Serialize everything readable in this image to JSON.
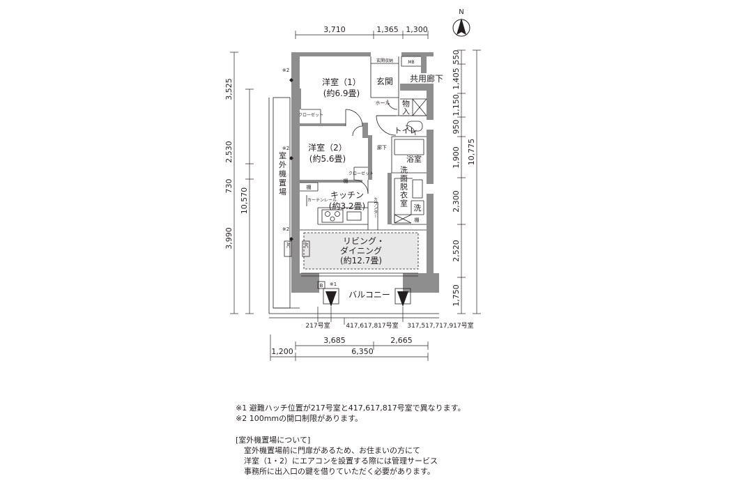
{
  "dims": {
    "top": [
      "3,710",
      "1,365",
      "1,300"
    ],
    "left": [
      "3,525",
      "2,530",
      "730",
      "3,990"
    ],
    "left_total": "10,570",
    "right": [
      "550",
      "1,405",
      "1,150",
      "950",
      "1,900",
      "2,300",
      "2,520",
      "1,750"
    ],
    "right_total": "10,775",
    "bottom1": [
      "3,685",
      "2,665"
    ],
    "bottom2": [
      "1,200",
      "6,350"
    ]
  },
  "compass": "N",
  "rooms": {
    "western1": "洋室（1）",
    "western1_area": "(約6.9畳)",
    "western2": "洋室（2）",
    "western2_area": "(約5.6畳)",
    "kitchen": "キッチン",
    "kitchen_area": "(約3.2畳)",
    "living1": "リビング・",
    "living2": "ダイニング",
    "living_area": "(約12.7畳)",
    "entrance": "玄関",
    "hall": "ホール",
    "corridor": "廊下",
    "common_corridor": "共用廊下",
    "toilet": "トイレ",
    "bath": "浴室",
    "dressing": "洗面脱衣室",
    "storage": "物入",
    "balcony": "バルコニー",
    "outdoor_unit": "室外機置場"
  },
  "labels": {
    "shoe_closet": "玄関収納",
    "mb": "MB",
    "closet": "クローゼット",
    "shelf": "棚",
    "curtain_rail": "カーテンレール",
    "counter": "カウンター",
    "wash": "洗",
    "ac": "AC",
    "b": "B",
    "mark1": "※1",
    "mark2": "※2"
  },
  "unit_variants": [
    "217号室",
    "417,617,817号室",
    "317,517,717,917号室"
  ],
  "notes": {
    "note1": "※1 避難ハッチ位置が217号室と417,617,817号室で異なります。",
    "note2": "※2 100mmの開口制限があります。",
    "heading": "[室外機置場について]",
    "body": [
      "室外機置場前に門扉があるため、お住まいの方にて",
      "洋室（1・2）にエアコンを設置する際には管理サービス",
      "事務所に出入口の鍵を借りていただく必要があります。"
    ]
  },
  "colors": {
    "wall": "#8e8e8e",
    "line": "#231f20",
    "living_fill": "#e8e8e8"
  }
}
